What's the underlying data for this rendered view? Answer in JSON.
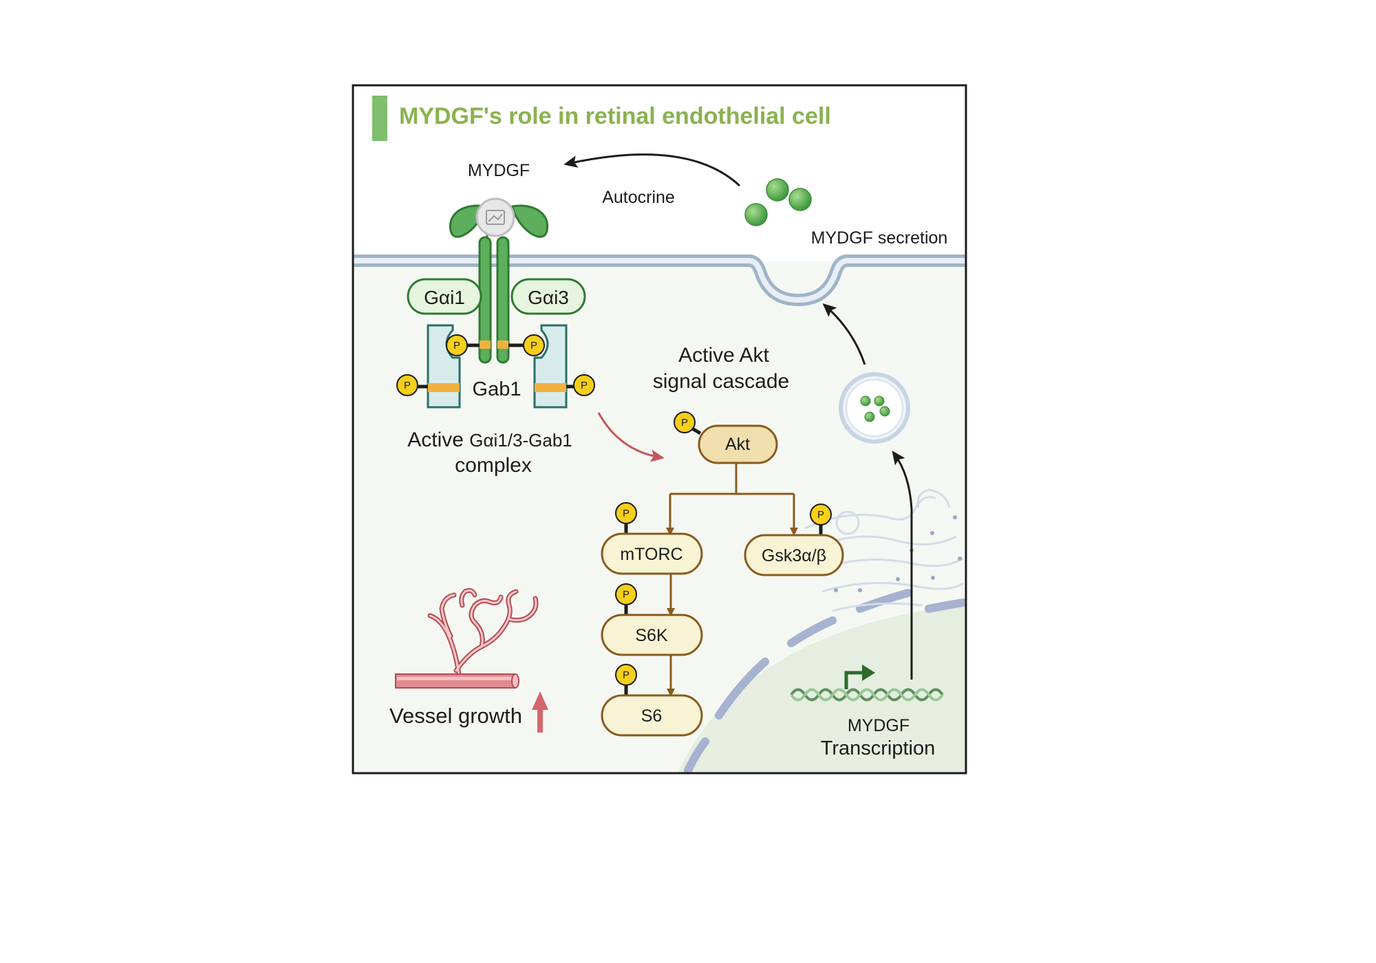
{
  "title": "MYDGF's role in retinal endothelial cell",
  "labels": {
    "mydgf_ligand": "MYDGF",
    "autocrine": "Autocrine",
    "secretion": "MYDGF secretion",
    "galpha_i1": "Gαi1",
    "galpha_i3": "Gαi3",
    "gab1": "Gab1",
    "complex_line1_a": "Active ",
    "complex_line1_b": "Gαi1/3-Gab1",
    "complex_line2": "complex",
    "cascade_line1": "Active Akt",
    "cascade_line2": "signal cascade",
    "akt": "Akt",
    "mtorc": "mTORC",
    "gsk3": "Gsk3α/β",
    "s6k": "S6K",
    "s6": "S6",
    "vessel_growth": "Vessel growth",
    "transcription_gene": "MYDGF",
    "transcription": "Transcription",
    "phospho": "P"
  },
  "icons": {
    "ligand": "mydgf-ligand-icon",
    "receptor": "receptor-icon",
    "phospho": "phosphate-icon",
    "vesicle": "secretory-vesicle-icon",
    "golgi": "golgi-apparatus-icon",
    "dna": "dna-helix-icon",
    "vessel": "blood-vessel-sprouting-icon",
    "up_arrow": "increase-arrow-icon"
  },
  "colors": {
    "title": "#8ab24f",
    "title_bar": "#7fbf6e",
    "receptor": "#5daf5d",
    "protein_fill": "#f7f3d4",
    "akt_fill": "#f1dfae",
    "pathway_arrow": "#8a5a1e",
    "activation_arrow": "#c6555b",
    "phospho": "#f5cf1a",
    "vessel": "#d4666c"
  }
}
